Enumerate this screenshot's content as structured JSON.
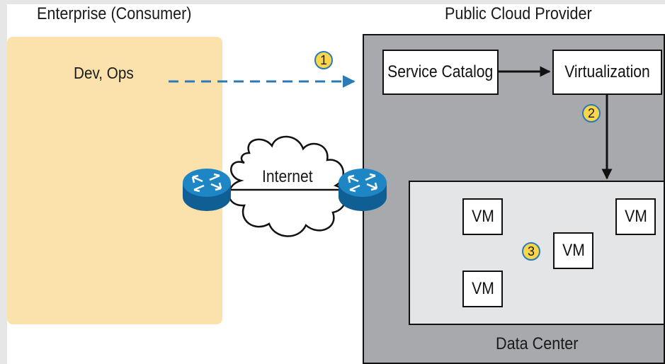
{
  "enterprise": {
    "title": "Enterprise (Consumer)",
    "actor_label": "Dev, Ops"
  },
  "cloud": {
    "title": "Public Cloud Provider",
    "service_catalog": "Service Catalog",
    "virtualization": "Virtualization",
    "data_center_label": "Data Center",
    "vms": [
      "VM",
      "VM",
      "VM",
      "VM"
    ]
  },
  "network": {
    "internet_label": "Internet"
  },
  "steps": [
    "1",
    "2",
    "3"
  ],
  "colors": {
    "enterprise_fill": "#fbe2ac",
    "cloud_fill": "#a7a9ac",
    "datacenter_fill": "#e4e5e7",
    "arrow_blue": "#2a7ab7",
    "badge_fill": "#fcd64a",
    "router_blue": "#1a78b6"
  },
  "icons": [
    "router-icon",
    "cloud-icon"
  ]
}
